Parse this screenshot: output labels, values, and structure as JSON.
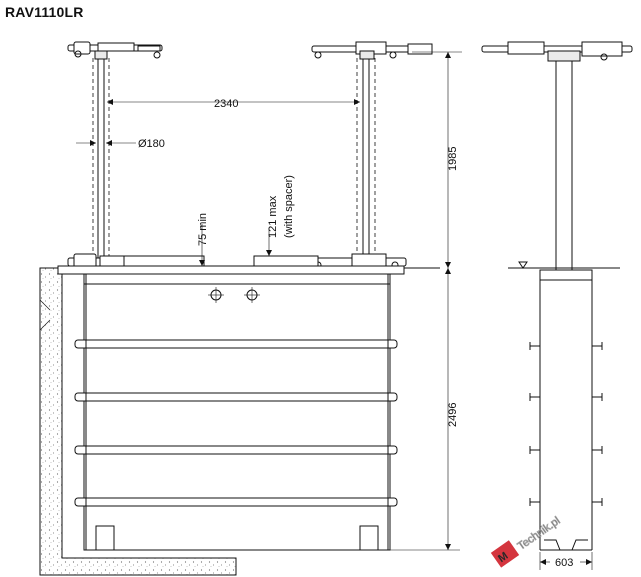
{
  "title": "RAV1110LR",
  "dimensions": {
    "width_between_posts": "2340",
    "post_diameter": "Ø180",
    "lift_height": "1985",
    "min_clearance": "75 min",
    "max_clearance_line1": "121  max",
    "max_clearance_line2": "(with spacer)",
    "pit_depth": "2496",
    "pit_width": "603"
  },
  "watermark": {
    "text": "Technik.pl",
    "color": "#d0202a"
  },
  "colors": {
    "line": "#111111",
    "background": "#ffffff",
    "hatch": "#aaaaaa"
  }
}
